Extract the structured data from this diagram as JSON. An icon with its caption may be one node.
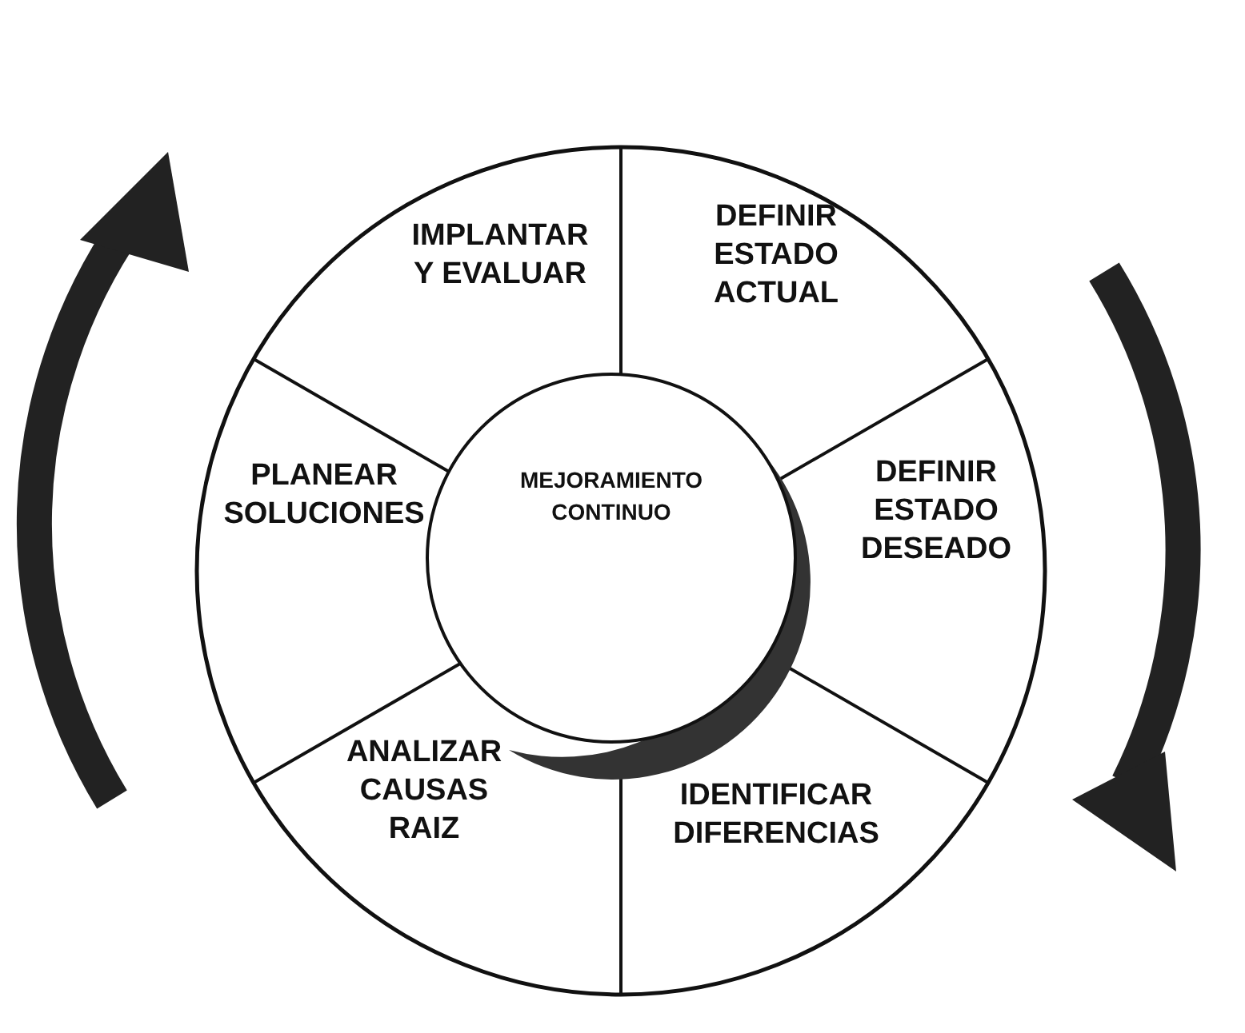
{
  "diagram": {
    "nodes": [
      {
        "text": [
          "IMPLANTAR Y EVALUAR"
        ]
      },
      {
        "text": [
          "DEFINIR ESTADO ACTUAL"
        ]
      },
      {
        "text": [
          "PLANEAR SOLUCIONES"
        ]
      },
      {
        "text": [
          "MEJORAMIENTO CONTINUO"
        ]
      },
      {
        "text": [
          "DEFINIR ESTADO DESEADO"
        ]
      },
      {
        "text": [
          "ANALIZAR CAUSAS RAIZ"
        ]
      },
      {
        "text": [
          "IDENTIFICAR DIFERENCIAS"
        ]
      }
    ]
  }
}
